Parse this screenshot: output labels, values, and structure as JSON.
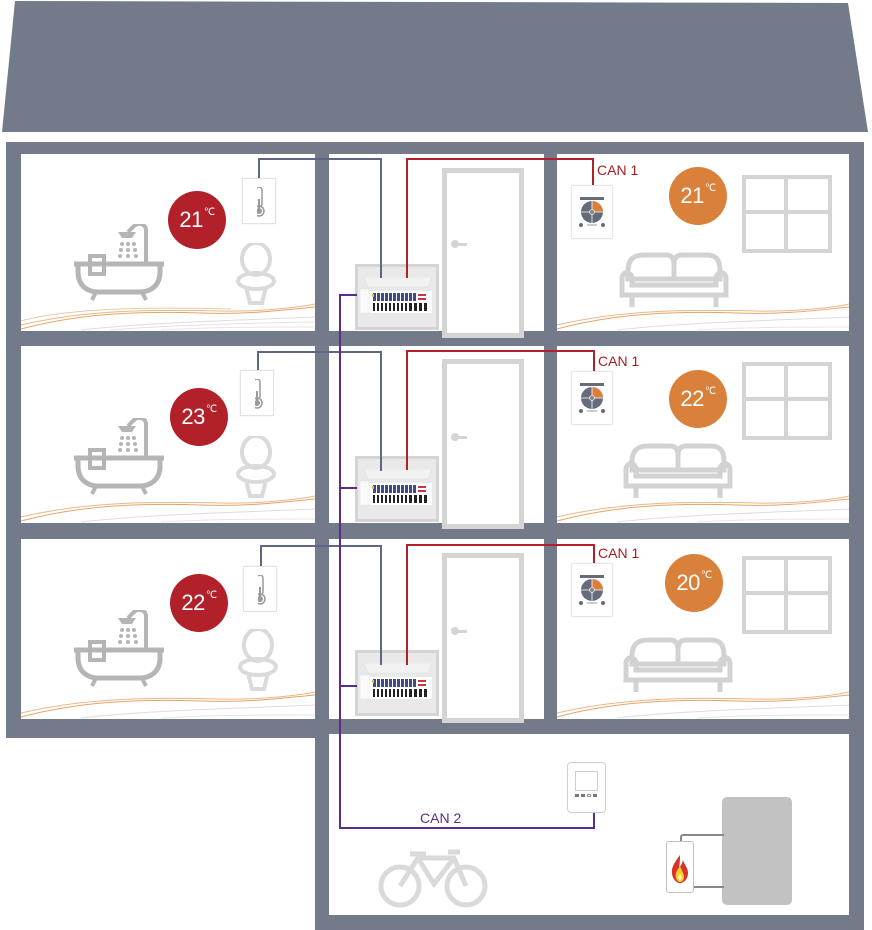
{
  "diagram": {
    "type": "building-heating-control-schematic",
    "colors": {
      "wall": "#737a89",
      "bathroom_badge": "#b2202a",
      "living_badge": "#d9813a",
      "can1_wire": "#b2202a",
      "can2_wire": "#5a2d8c",
      "sensor_wire": "#5d6684"
    },
    "floors": [
      {
        "bathroom": {
          "temperature": "21",
          "unit": "℃",
          "icons": [
            "bathtub-shower-icon",
            "toilet-icon",
            "thermometer-sensor-icon"
          ]
        },
        "hall": {
          "icons": [
            "distribution-board-icon",
            "door-icon"
          ]
        },
        "living": {
          "temperature": "21",
          "unit": "℃",
          "bus_label": "CAN 1",
          "icons": [
            "touch-controller-icon",
            "window-icon",
            "sofa-icon"
          ]
        }
      },
      {
        "bathroom": {
          "temperature": "23",
          "unit": "℃",
          "icons": [
            "bathtub-shower-icon",
            "toilet-icon",
            "thermometer-sensor-icon"
          ]
        },
        "hall": {
          "icons": [
            "distribution-board-icon",
            "door-icon"
          ]
        },
        "living": {
          "temperature": "22",
          "unit": "℃",
          "bus_label": "CAN 1",
          "icons": [
            "touch-controller-icon",
            "window-icon",
            "sofa-icon"
          ]
        }
      },
      {
        "bathroom": {
          "temperature": "22",
          "unit": "℃",
          "icons": [
            "bathtub-shower-icon",
            "toilet-icon",
            "thermometer-sensor-icon"
          ]
        },
        "hall": {
          "icons": [
            "distribution-board-icon",
            "door-icon"
          ]
        },
        "living": {
          "temperature": "20",
          "unit": "℃",
          "bus_label": "CAN 1",
          "icons": [
            "touch-controller-icon",
            "window-icon",
            "sofa-icon"
          ]
        }
      }
    ],
    "basement": {
      "bus_label": "CAN 2",
      "icons": [
        "central-controller-icon",
        "bicycle-icon",
        "boiler-flame-icon",
        "storage-tank-icon"
      ]
    }
  }
}
